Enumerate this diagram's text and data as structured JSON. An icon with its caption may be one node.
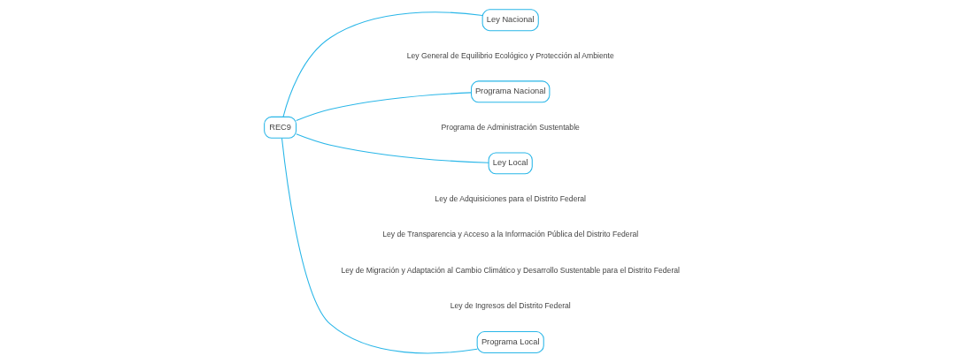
{
  "diagram": {
    "nodes": [
      {
        "text": [
          "Ley Nacional"
        ],
        "beside": [
          "Ley General de Equilibrio Ecológico y Protección al Ambiente"
        ]
      },
      {
        "text": [
          "Programa Nacional"
        ],
        "beside": [
          "Programa de Administración Sustentable"
        ]
      },
      {
        "text": [
          "REC9"
        ]
      },
      {
        "text": [
          "Ley Local"
        ],
        "beside": [
          "Ley de Adquisiciones para el Distrito Federal",
          "Ley de Transparencia y Acceso a la Información Pública del Distrito Federal",
          "Ley de Migración y Adaptación al Cambio Climático y Desarrollo Sustentable para el Distrito Federal",
          "Ley de Ingresos del Distrito Federal"
        ]
      },
      {
        "text": [
          "Programa Local"
        ]
      }
    ],
    "edges": [
      {
        "from": 2,
        "to": 0,
        "arrow": "none"
      },
      {
        "from": 2,
        "to": 1,
        "arrow": "none"
      },
      {
        "from": 2,
        "to": 3,
        "arrow": "none"
      },
      {
        "from": 2,
        "to": 4,
        "arrow": "none"
      }
    ]
  }
}
